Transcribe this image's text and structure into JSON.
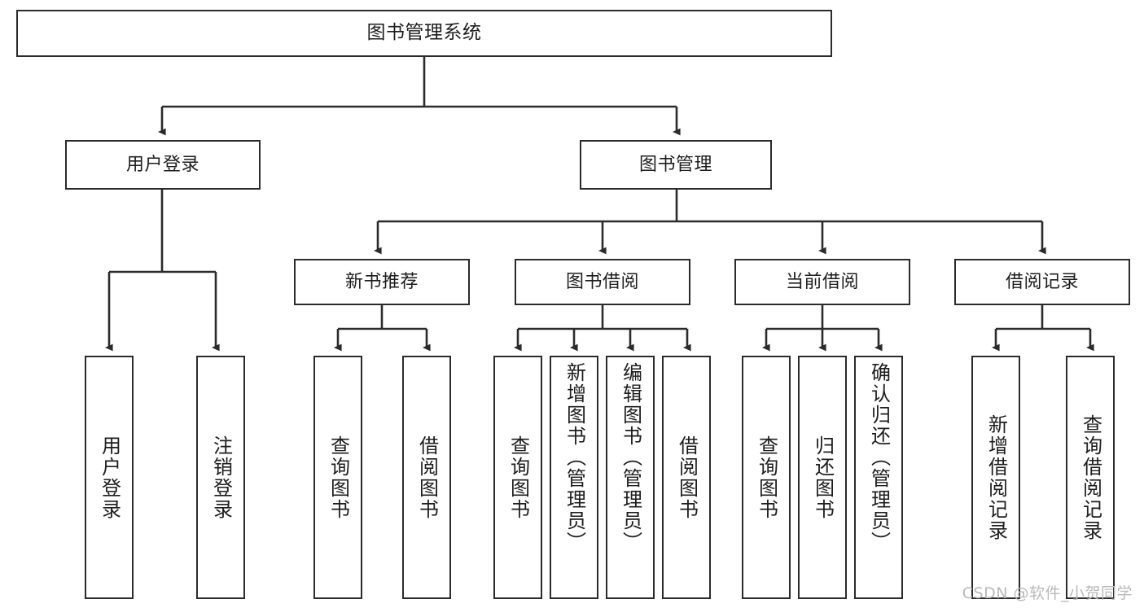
{
  "diagram": {
    "type": "tree-hierarchy",
    "title": "图书管理系统",
    "background_color": "#ffffff",
    "line_color": "#2b2b2b",
    "text_color": "#1d1d1d"
  },
  "watermark": {
    "text": "CSDN @软件_小贺同学",
    "color": "#b9b9b9"
  },
  "nodes": {
    "root": {
      "label": "图书管理系统"
    },
    "level1": [
      {
        "id": "user-login",
        "label": "用户登录"
      },
      {
        "id": "book-manage",
        "label": "图书管理"
      }
    ],
    "level2": [
      {
        "id": "new-book-rec",
        "label": "新书推荐"
      },
      {
        "id": "book-borrow",
        "label": "图书借阅"
      },
      {
        "id": "current-borrow",
        "label": "当前借阅"
      },
      {
        "id": "borrow-record",
        "label": "借阅记录"
      }
    ],
    "leaves": {
      "user_login": [
        {
          "id": "leaf-user-login",
          "label": "用户登录"
        },
        {
          "id": "leaf-user-logout",
          "label": "注销登录"
        }
      ],
      "new_book_rec": [
        {
          "id": "leaf-query-book-1",
          "label": "查询图书"
        },
        {
          "id": "leaf-borrow-book-1",
          "label": "借阅图书"
        }
      ],
      "book_borrow": [
        {
          "id": "leaf-query-book-2",
          "label": "查询图书"
        },
        {
          "id": "leaf-add-book",
          "label": "新增图书（管理员）"
        },
        {
          "id": "leaf-edit-book",
          "label": "编辑图书（管理员）"
        },
        {
          "id": "leaf-borrow-book-2",
          "label": "借阅图书"
        }
      ],
      "current_borrow": [
        {
          "id": "leaf-query-book-3",
          "label": "查询图书"
        },
        {
          "id": "leaf-return-book",
          "label": "归还图书"
        },
        {
          "id": "leaf-confirm-return",
          "label": "确认归还（管理员）"
        }
      ],
      "borrow_record": [
        {
          "id": "leaf-add-record",
          "label": "新增借阅记录"
        },
        {
          "id": "leaf-query-record",
          "label": "查询借阅记录"
        }
      ]
    }
  }
}
